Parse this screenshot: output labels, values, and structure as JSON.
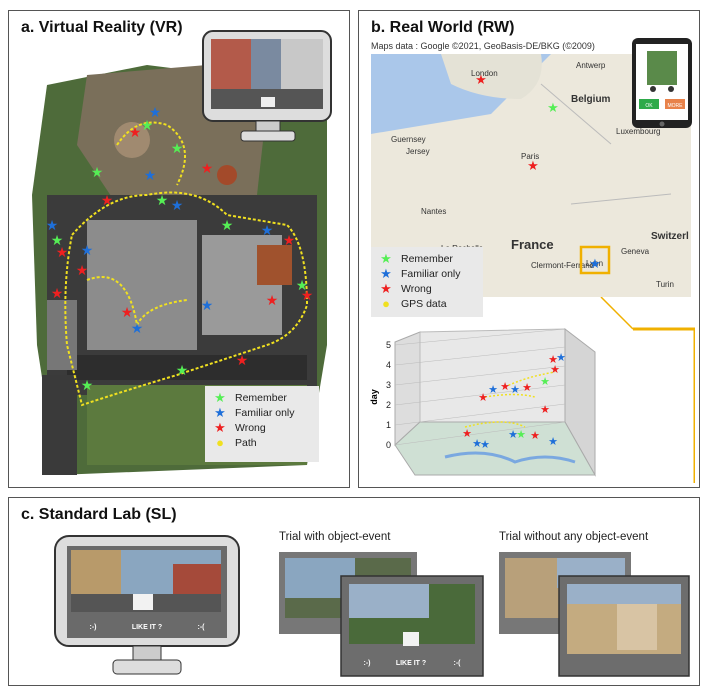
{
  "panel_a": {
    "title": "a. Virtual Reality (VR)",
    "legend": [
      {
        "label": "Remember",
        "color": "#55ee55",
        "symbol": "★"
      },
      {
        "label": "Familiar only",
        "color": "#1e6fd9",
        "symbol": "★"
      },
      {
        "label": "Wrong",
        "color": "#ee2020",
        "symbol": "★"
      },
      {
        "label": "Path",
        "color": "#f0e020",
        "symbol": "●"
      }
    ]
  },
  "panel_b": {
    "title": "b. Real World (RW)",
    "map_credit": "Maps data : Google ©2021, GeoBasis-DE/BKG (©2009)",
    "places": {
      "london": "London",
      "antwerp": "Antwerp",
      "belgium": "Belgium",
      "guernsey": "Guernsey",
      "jersey": "Jersey",
      "paris": "Paris",
      "luxembourg": "Luxembourg",
      "nantes": "Nantes",
      "france": "France",
      "switzerland": "Switzerl",
      "la_rochelle": "La Rochelle",
      "clermont": "Clermont-Ferrand",
      "lyon": "Lyon",
      "geneva": "Geneva",
      "turin": "Turin"
    },
    "phone_buttons": {
      "ok": "OK",
      "more": "MORE"
    },
    "legend": [
      {
        "label": "Remember",
        "color": "#55ee55",
        "symbol": "★"
      },
      {
        "label": "Familiar only",
        "color": "#1e6fd9",
        "symbol": "★"
      },
      {
        "label": "Wrong",
        "color": "#ee2020",
        "symbol": "★"
      },
      {
        "label": "GPS data",
        "color": "#f0e020",
        "symbol": "●"
      }
    ],
    "chart3d": {
      "ylabel": "day",
      "ticks": [
        "0",
        "1",
        "2",
        "3",
        "4",
        "5"
      ]
    }
  },
  "panel_c": {
    "title": "c. Standard Lab (SL)",
    "monitor_text": {
      "left": ":-)",
      "middle": "LIKE IT ?",
      "right": ":-("
    },
    "caption_with": "Trial with object-event",
    "caption_without": "Trial without any object-event",
    "trial_text": {
      "left": ":-)",
      "middle": "LIKE IT ?",
      "right": ":-("
    }
  }
}
